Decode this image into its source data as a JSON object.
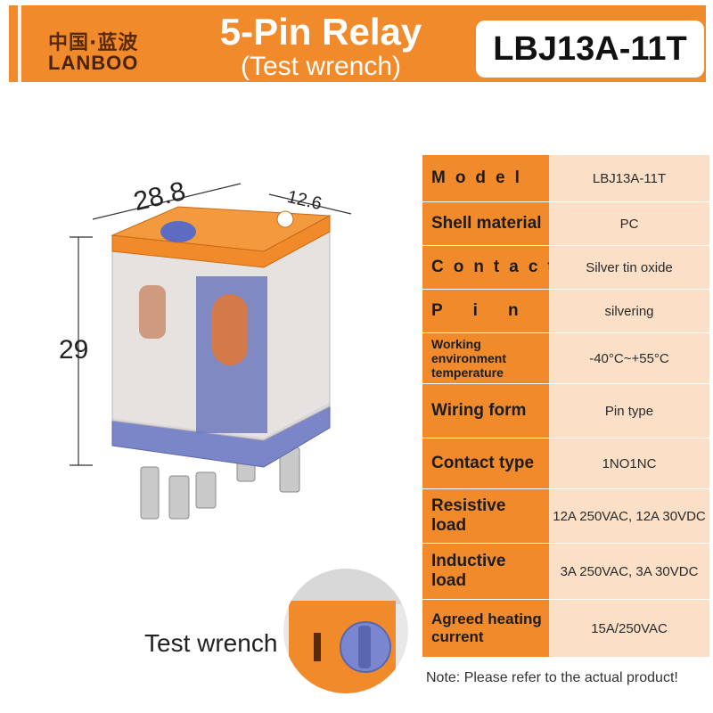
{
  "header": {
    "brand_cn": "中国·蓝波",
    "brand_en": "LANBOO",
    "title": "5-Pin Relay",
    "subtitle": "(Test wrench)",
    "model": "LBJ13A-11T"
  },
  "dimensions": {
    "width": "28.8",
    "depth": "12.6",
    "height": "29"
  },
  "callout": {
    "label": "Test wrench"
  },
  "specs": [
    {
      "key": "Model",
      "value": "LBJ13A-11T"
    },
    {
      "key": "Shell material",
      "value": "PC"
    },
    {
      "key": "Contact",
      "value": "Silver tin oxide"
    },
    {
      "key": "Pin",
      "value": "silvering"
    },
    {
      "key": "Working environment temperature",
      "value": "-40°C~+55°C"
    },
    {
      "key": "Wiring form",
      "value": "Pin type"
    },
    {
      "key": "Contact type",
      "value": "1NO1NC"
    },
    {
      "key": "Resistive load",
      "value": "12A 250VAC, 12A 30VDC"
    },
    {
      "key": "Inductive load",
      "value": "3A 250VAC,  3A 30VDC"
    },
    {
      "key": "Agreed heating current",
      "value": "15A/250VAC"
    }
  ],
  "note": "Note: Please refer to the actual product!",
  "colors": {
    "brand_orange": "#f08a2a",
    "value_cell": "#fbdfc6",
    "relay_base": "#7b86c8"
  }
}
